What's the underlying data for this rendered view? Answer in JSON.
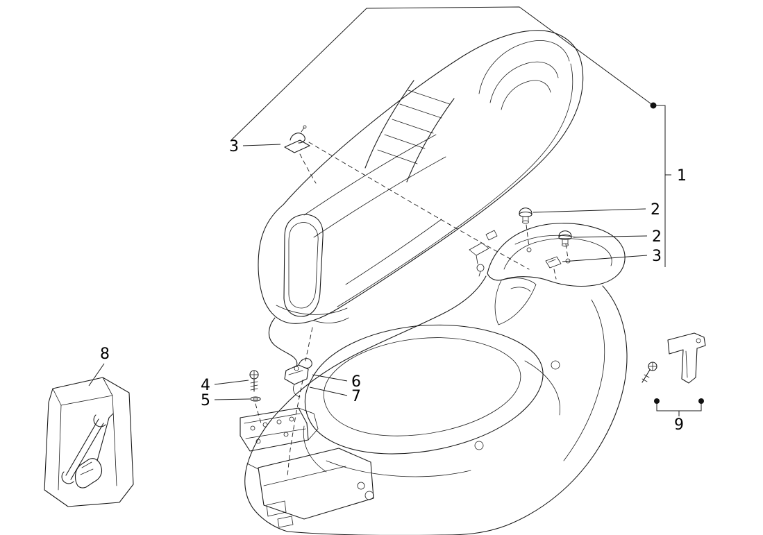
{
  "diagram": {
    "colors": {
      "line": "#1a1a1a",
      "background": "#ffffff",
      "label": "#000000"
    },
    "callouts": {
      "c1": {
        "label": "1"
      },
      "c2a": {
        "label": "2"
      },
      "c2b": {
        "label": "2"
      },
      "c3a": {
        "label": "3"
      },
      "c3b": {
        "label": "3"
      },
      "c4": {
        "label": "4"
      },
      "c5": {
        "label": "5"
      },
      "c6": {
        "label": "6"
      },
      "c7": {
        "label": "7"
      },
      "c8": {
        "label": "8"
      },
      "c9": {
        "label": "9"
      }
    }
  }
}
